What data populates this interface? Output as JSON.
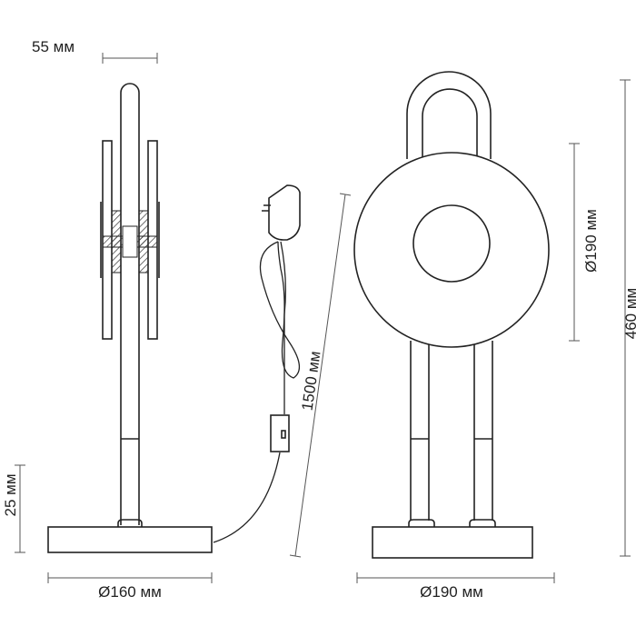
{
  "dimensions": {
    "side_depth": "55 мм",
    "base_height": "25 мм",
    "side_base_diameter": "Ø160 мм",
    "cord_length": "1500 мм",
    "shade_diameter": "Ø190 мм",
    "total_height": "460 мм",
    "front_base_diameter": "Ø190 мм"
  }
}
